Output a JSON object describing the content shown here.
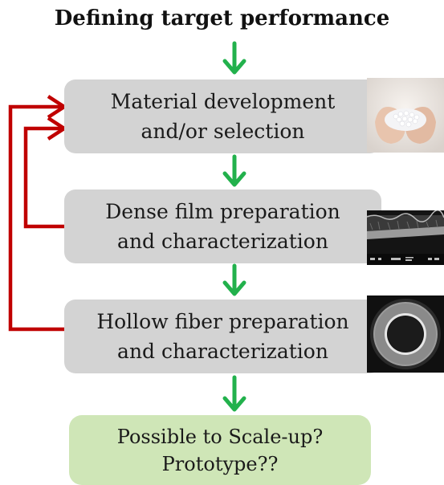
{
  "title": "Defining target performance",
  "steps": [
    {
      "line1": "Material development",
      "line2": "and/or selection",
      "image": "powder-in-hands-photo"
    },
    {
      "line1": "Dense film preparation",
      "line2": "and characterization",
      "image": "sem-cross-section-photo"
    },
    {
      "line1": "Hollow fiber preparation",
      "line2": "and characterization",
      "image": "hollow-fiber-sem-photo"
    }
  ],
  "final_step": {
    "line1": "Possible to Scale-up?",
    "line2": "Prototype??"
  },
  "colors": {
    "flow_arrow": "#22b14c",
    "feedback_arrow": "#c00000",
    "step_box": "#d3d3d3",
    "final_box": "#cfe6b7"
  }
}
